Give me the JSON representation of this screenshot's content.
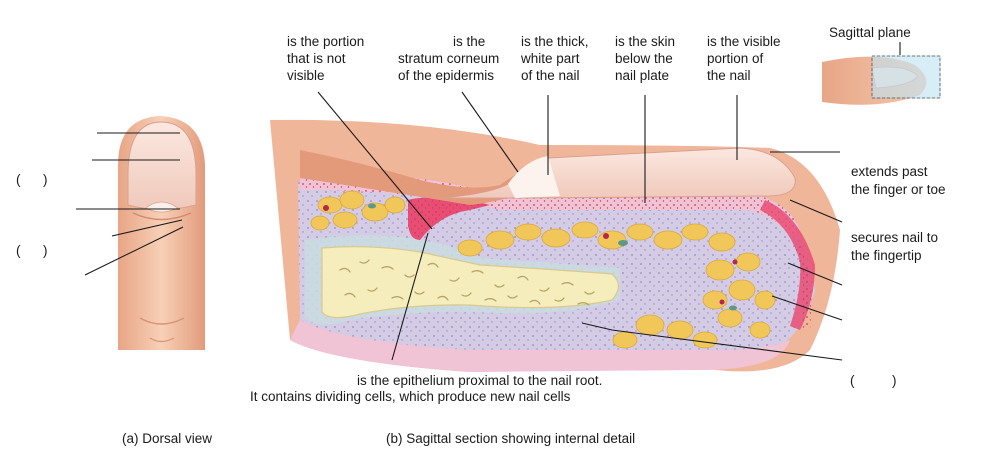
{
  "top_labels": {
    "nail_root": [
      "is the portion",
      "that is not",
      "visible"
    ],
    "eponychium": [
      "is the",
      "stratum corneum",
      "of the epidermis"
    ],
    "lunula": [
      "is the thick,",
      "white part",
      "of the nail"
    ],
    "nail_bed": [
      "is the skin",
      "below the",
      "nail plate"
    ],
    "nail_body": [
      "is the visible",
      "portion of",
      "the nail"
    ]
  },
  "inset_label": "Sagittal plane",
  "right_labels": {
    "free_edge": [
      "extends past",
      "the finger or toe"
    ],
    "hyponychium": [
      "secures nail to",
      "the fingertip"
    ],
    "paren": "(          )"
  },
  "bottom_label": [
    "is the epithelium proximal to the nail root.",
    "It contains dividing cells, which produce new nail cells"
  ],
  "left_parens": [
    "(      )",
    "(      )"
  ],
  "captions": {
    "dorsal": "(a) Dorsal view",
    "sagittal": "(b) Sagittal section showing internal detail"
  },
  "colors": {
    "skin": "#f1bd9c",
    "skin_dark": "#e39a7a",
    "nail": "#f7dcd0",
    "bone": "#f6edbd",
    "fat": "#f3cd62",
    "dermis": "#f1c6d8",
    "epidermis": "#e94d74",
    "connective": "#d6cde6"
  }
}
